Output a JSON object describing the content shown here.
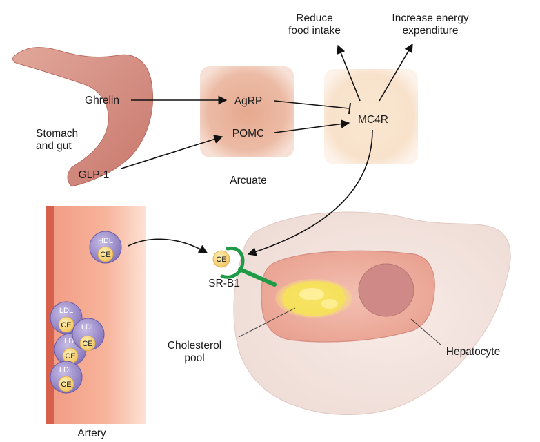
{
  "organs": {
    "stomach": "Stomach\nand gut",
    "arcuate": "Arcuate",
    "artery": "Artery",
    "hepatocyte": "Hepatocyte",
    "cholesterol_pool": "Cholesterol\npool"
  },
  "hormones": {
    "ghrelin": "Ghrelin",
    "glp1": "GLP-1"
  },
  "neurons": {
    "agrp": "AgRP",
    "pomc": "POMC",
    "mc4r": "MC4R"
  },
  "outcomes": {
    "reduce_food": "Reduce\nfood intake",
    "increase_energy": "Increase energy\nexpenditure"
  },
  "receptor": {
    "srb1": "SR-B1",
    "ce": "CE"
  },
  "particles": {
    "hdl": "HDL",
    "ldl": "LDL",
    "ldl_partial": "LD",
    "ce": "CE"
  },
  "colors": {
    "stomach": "#d99488",
    "arcuate": "#e9b29a",
    "mc4r_box": "#f8e3cc",
    "artery_wall": "#e06d58",
    "artery_fill": "#f6b79e",
    "liver": "#f5e6e1",
    "hepatocyte": "#f0b1a3",
    "nucleus": "#cf8a87",
    "cholesterol": "#f5e35c",
    "lipoprotein": "#9a8ac8",
    "ce_core": "#f7d67a",
    "receptor": "#1f9a47"
  }
}
